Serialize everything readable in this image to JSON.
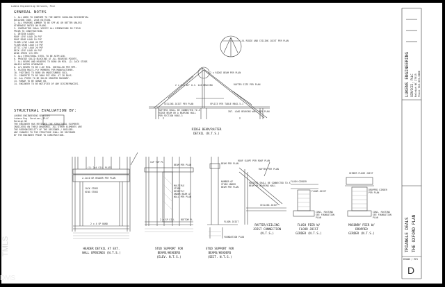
{
  "sheet": {
    "header_note": "Lukens Engineering Services, PLLC",
    "general_notes_title": "GENERAL NOTES",
    "general_notes_lines": [
      "1. ALL WORK TO CONFORM TO THE NORTH CAROLINA RESIDENTIAL",
      "BUILDING CODE, 2018 EDITION.",
      "2. ALL FRAMING LUMBER TO BE SPF #2 OR BETTER UNLESS",
      "OTHERWISE NOTED ON PLANS.",
      "3. CONTRACTOR SHALL VERIFY ALL DIMENSIONS IN FIELD",
      "PRIOR TO CONSTRUCTION.",
      "4. DESIGN LOADS:",
      "ROOF LIVE LOAD 20 PSF",
      "ROOF DEAD LOAD 10 PSF",
      "FLOOR LIVE LOAD 40 PSF",
      "FLOOR DEAD LOAD 10 PSF",
      "ATTIC LIVE LOAD 20 PSF",
      "DECK LIVE LOAD 40 PSF",
      "WIND SPEED 115 MPH",
      "5. ALL STRUCTURAL STEEL TO BE ASTM A36.",
      "6. PROVIDE SOLID BLOCKING AT ALL BEARING POINTS.",
      "7. ALL BEAMS AND HEADERS TO BEAR ON MIN. (2) JACK STUDS",
      "UNLESS NOTED OTHERWISE.",
      "8. LVL BEAMS TO BE 2.0E MIN. INSTALLED PER MFR.",
      "9. FASTEN MULTI-PLY MEMBERS PER MANUFACTURER.",
      "10. FOOTINGS TO BEAR ON UNDISTURBED SOIL.",
      "11. CONCRETE TO BE 3000 PSI MIN. AT 28 DAYS.",
      "12. ALL PIERS TO BE SOLID GROUTED MASONRY.",
      "13. REBAR TO BE GRADE 60.",
      "14. ENGINEER TO BE NOTIFIED OF ANY DISCREPANCIES."
    ],
    "structural_eval_title": "STRUCTURAL EVALUATION BY:",
    "structural_eval_lines": [
      "LUKENS ENGINEERING SERVICES",
      "Lukens Eng. Services, PLLC",
      "Raleigh NC",
      "THE ENGINEER HAS REVIEWED THE STRUCTURAL ELEMENTS",
      "INDICATED ON THESE DRAWINGS. ALL OTHER ELEMENTS ARE",
      "THE RESPONSIBILITY OF THE DESIGNER / BUILDER.",
      "ANY CHANGES TO THE STRUCTURE SHALL BE REVIEWED",
      "BY THE ENGINEER PRIOR TO CONSTRUCTION."
    ],
    "ridge_detail": {
      "callout_label": "LVL RIDGE AND CEILING JOIST PER PLAN",
      "rafter_label": "RAFTER SIZE PER PLAN",
      "ridge_label": "2 x RIDGE BEAM PER PLAN",
      "brace_label": "2 x 4 @ 48\" O.C. 2x6 BRACING",
      "ceiling_label": "CEILING JOIST PER PLAN",
      "splice_label": "SPLICE PER TABLE R802.5.1",
      "note1": "RAFTERS SHALL BE CONNECTED TO A",
      "note2": "RIDGE BEAM OR A BEARING WALL",
      "note3": "PER SECTION R802.3",
      "bearing_label": "INT. LOAD BEARING WALL PER PLAN",
      "caption1": "RIDGE BEAM/RAFTER",
      "caption2": "DETAIL (N.T.S.)"
    },
    "header_detail": {
      "top_label": "(1) 2x4 SILL PLATE",
      "header_label": "2-2x10 OR HEADER PER PLAN",
      "jack_label": "JACK STUDS",
      "king_label": "KING STUDS",
      "plate_label": "2 x 4 SP BAND",
      "caption1": "HEADER DETAIL AT EXT.",
      "caption2": "WALL OPENINGS (N.T.S.)"
    },
    "stud_elev": {
      "beam_label": "BEAM PER PLAN",
      "cap_label": "CAP TOP PL",
      "stud_label": "MULTIPLE STUDS DIRECTLY UNDER BEAM AT WALL PER PLAN",
      "bottom_label": "BOTTOM PL",
      "sill_label": "2 x SP SILL",
      "caption1": "STUD SUPPORT FOR",
      "caption2": "BEAMS/HEADERS",
      "caption3": "(ELEV. N.T.S.)"
    },
    "stud_sect": {
      "beam_label": "BEAM PER PLAN",
      "stud_label": "NUMBER OF STUDS UNDER BEAM PER PLAN",
      "floor_label": "FLOOR JOIST",
      "found_label": "FOUNDATION PLAN",
      "caption1": "STUD SUPPORT FOR",
      "caption2": "BEAMS/HEADERS",
      "caption3": "(SECT. N.T.S.)"
    },
    "rafter_conn": {
      "slope_label": "ROOF SLOPE PER ROOF PLAN",
      "rafter_label": "RAFTER PER PLAN",
      "joist_label": "CEILING JOIST",
      "note": "RAFTERS SHALL BE CONNECTED TO A BEAM OR BEARING WALL",
      "caption1": "RAFTER/CEILING",
      "caption2": "JOIST CONNECTION",
      "caption3": "(N.T.S.)"
    },
    "flush_pier": {
      "girder_label": "FLUSH GIRDER",
      "joist_label": "FLOOR JOIST",
      "footing_label": "CONC. FOOTING SEE FOUNDATION PLAN",
      "caption1": "FLUSH PIER W/",
      "caption2": "FLOOR JOIST",
      "caption3": "GIRDER (N.T.S.)"
    },
    "masonry_pier": {
      "girder_label": "GIRDER FLOOR JOIST",
      "dropped_label": "DROPPED GIRDER PER PLAN",
      "footing_label": "CONC. FOOTING SEE FOUNDATION PLAN",
      "caption1": "MASONRY PIER W/",
      "caption2": "DROPPED",
      "caption3": "GIRDER (N.T.S.)"
    },
    "title_block": {
      "firm": "LUKENS ENGINEERING",
      "firm_sub": "SERVICES, PLLC",
      "address": "Raleigh NC 27615",
      "address2": "Phone 919-555-0000",
      "project": "TRIANGLE DEALS",
      "project_sub": "THE OXFORD PLAN",
      "drawn": "DRAWN / REV",
      "sheet_id": "D"
    }
  },
  "overlay": {
    "watermark": "TMLS",
    "corner": "DMS"
  }
}
